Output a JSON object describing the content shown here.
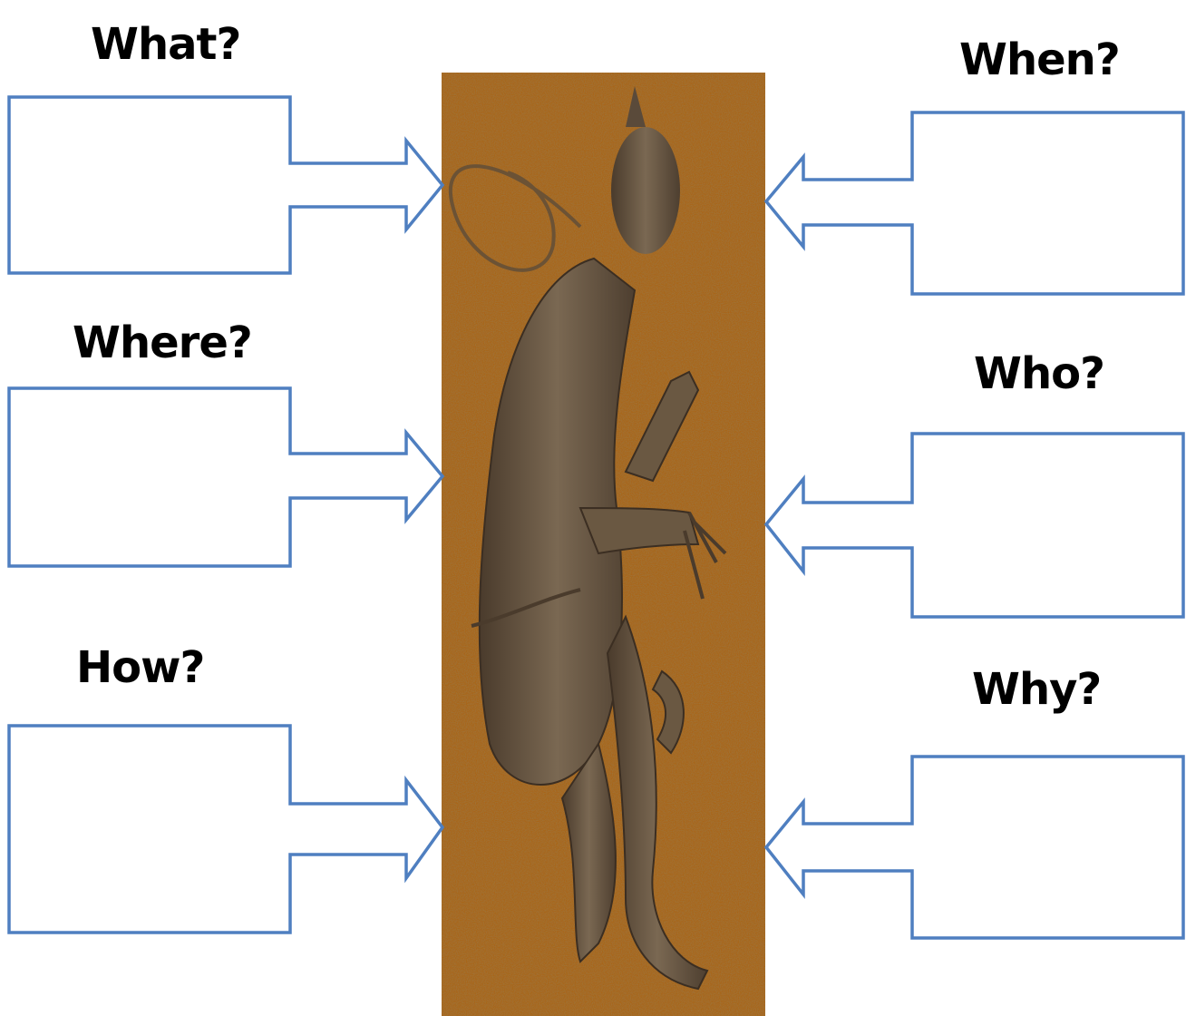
{
  "questions": {
    "what": "What?",
    "when": "When?",
    "where": "Where?",
    "who": "Who?",
    "how": "How?",
    "why": "Why?"
  },
  "colors": {
    "callout_stroke": "#4f7fc0",
    "soil_base": "#a8661c",
    "soil_dark": "#6e3f10",
    "body": "#5a4a3a",
    "body_light": "#7b6a55"
  },
  "photo": {
    "subject": "bog body lying curled on peat soil"
  }
}
